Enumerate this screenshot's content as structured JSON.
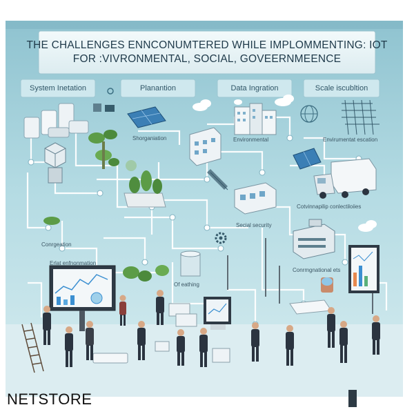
{
  "title": {
    "line1": "THE CHALLENGES ENNCONUMTERED WHILE IMPLOMMENTING: IOT",
    "line2": "FOR :VIVRONMENTAL, SOCIAL, GOVEERNMEENCE"
  },
  "tabs": [
    {
      "label": "System Inetation"
    },
    {
      "label": "Planantion"
    },
    {
      "label": "Data Ingration"
    },
    {
      "label": "Scale iscubltion"
    }
  ],
  "labels": {
    "shorganiation": "Shorganiation",
    "environmental": "Environmental",
    "envirumentat_escation": "Envirumentat escation",
    "environmental_conditions": "Cotvinnapilip conlectiloiies",
    "secial_security": "Secial security",
    "conrgeation": "Conrgeation",
    "erlat_environmation": "Erlat enfnonmation",
    "of_earthing": "Of eathing",
    "conrgration_etc": "Conrmgnational ets"
  },
  "brand": "NETSTORE",
  "colors": {
    "background_panel": "#a9d3dc",
    "title_bar": "#e8f4f6",
    "tab_fill": "#cfe8ee",
    "network_line": "#ffffff",
    "plant_green": "#4c8a3c",
    "person_suit": "#2b3440",
    "accent_blue": "#3b8fd1"
  }
}
